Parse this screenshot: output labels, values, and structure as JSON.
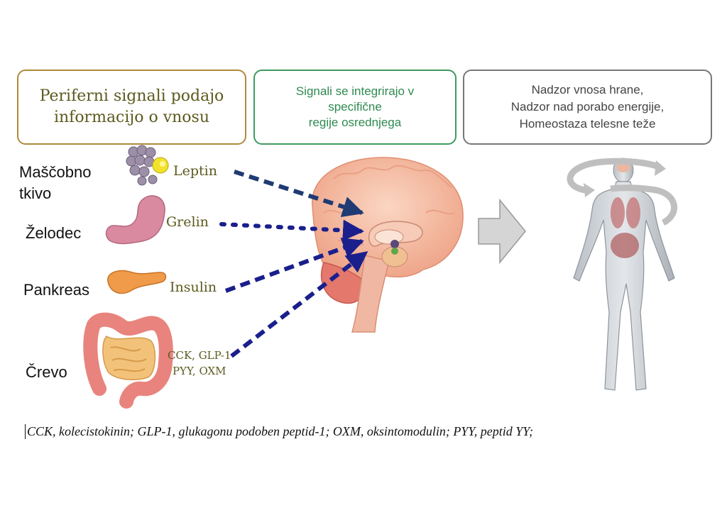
{
  "boxes": {
    "peripheral": [
      "Periferni signali podajo",
      "informacijo o vnosu"
    ],
    "integration": [
      "Signali se integrirajo v",
      "specifične",
      "regije osrednjega"
    ],
    "control": [
      "Nadzor vnosa hrane,",
      "Nadzor nad porabo energije,",
      "Homeostaza telesne teže"
    ]
  },
  "organs": {
    "fat": [
      "Maščobno",
      "tkivo"
    ],
    "stomach": "Želodec",
    "pancreas": "Pankreas",
    "gut": "Črevo"
  },
  "hormones": {
    "leptin": "Leptin",
    "grelin": "Grelin",
    "insulin": "Insulin",
    "gut_line1": "CCK, GLP-1",
    "gut_line2": "PYY, OXM"
  },
  "caption": "CCK, kolecistokinin; GLP-1, glukagonu podoben peptid-1; OXM, oksintomodulin; PYY, peptid YY;",
  "colors": {
    "box_peripheral": "#b08a3a",
    "box_integration": "#3f9a5f",
    "box_control": "#777777",
    "arrow_dark": "#1f3b73",
    "arrow_navy": "#1a1f8c"
  }
}
